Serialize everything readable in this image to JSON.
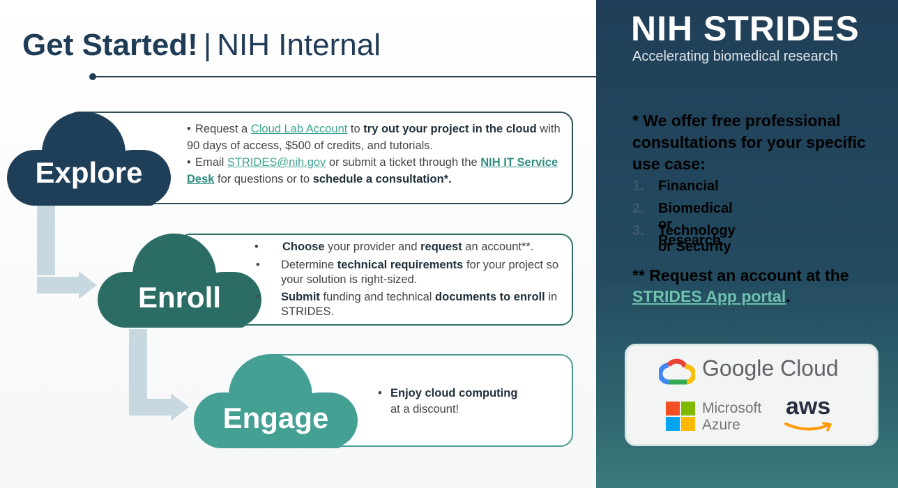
{
  "header": {
    "title_bold": "Get Started!",
    "separator": "|",
    "title_sub": "NIH Internal"
  },
  "steps": [
    {
      "label": "Explore",
      "bullets": [
        {
          "pre": "Request a ",
          "link": "Cloud Lab Account",
          "mid": " to ",
          "bold": "try out your project in the cloud",
          "post": " with 90 days of access, $500 of credits, and tutorials."
        },
        {
          "pre": "Email ",
          "link": "STRIDES@nih.gov",
          "mid": " or submit a ticket through the ",
          "bold_link": "NIH IT Service Desk",
          "post": " for questions or to ",
          "bold": "schedule a consultation*."
        }
      ]
    },
    {
      "label": "Enroll",
      "bullets": [
        {
          "b1": "Choose",
          "t1": " your provider and ",
          "b2": "request",
          "t2": " an account**."
        },
        {
          "t1": "Determine ",
          "b1": "technical requirements",
          "t2": " for your project so your solution is right-sized."
        },
        {
          "b1": "Submit",
          "t1": " funding and technical ",
          "b2": "documents to enroll",
          "t2": " in STRIDES."
        }
      ]
    },
    {
      "label": "Engage",
      "bullets": [
        {
          "b1": "Enjoy cloud computing",
          "t1": "at a discount!"
        }
      ]
    }
  ],
  "sidebar": {
    "brand": "NIH STRIDES",
    "tagline": "Accelerating biomedical research",
    "offer": "* We offer free professional consultations for your specific use case:",
    "list": [
      {
        "num": "1.",
        "label": "Financial"
      },
      {
        "num": "2.",
        "label": "Biomedical or Research"
      },
      {
        "num": "3.",
        "label": "Technology or Security"
      }
    ],
    "request_pre": "** Request an account at the ",
    "request_link": "STRIDES App portal",
    "request_post": ".",
    "logos": {
      "google": "Google Cloud",
      "microsoft_1": "Microsoft",
      "microsoft_2": "Azure",
      "aws": "aws"
    }
  },
  "colors": {
    "navy": "#1f3b55",
    "cloud_explore": "#1f3e58",
    "cloud_enroll": "#2b6d64",
    "cloud_engage": "#43a093",
    "link": "#3fa393"
  }
}
